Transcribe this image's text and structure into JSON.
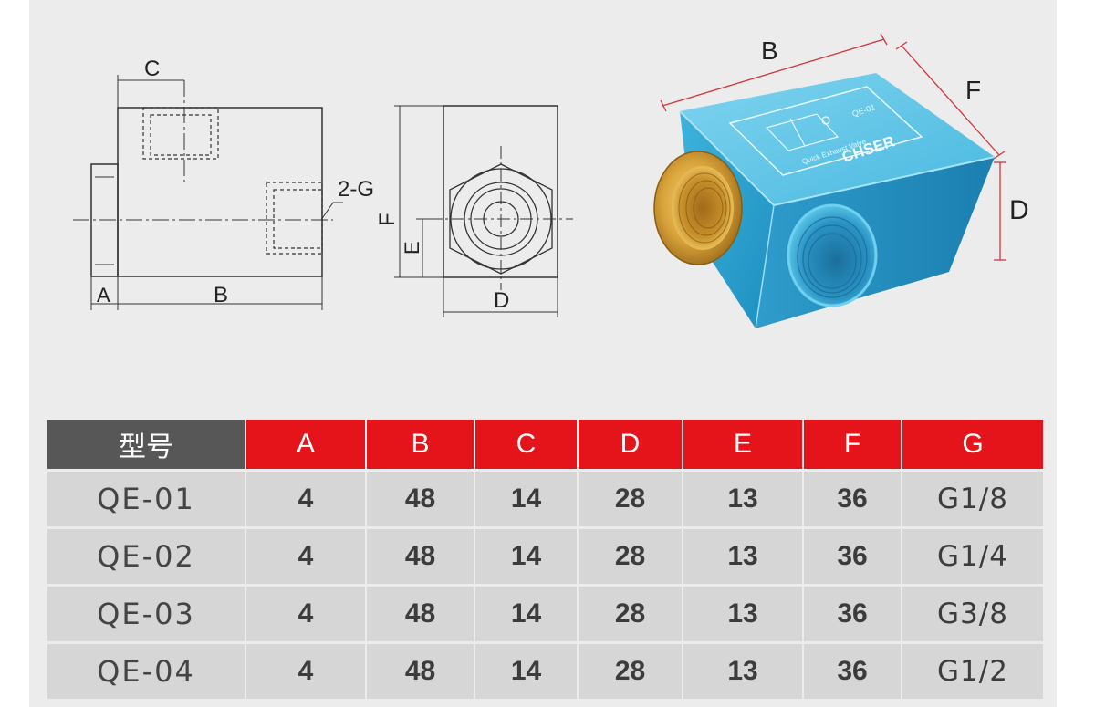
{
  "drawing": {
    "side_view_labels": {
      "a": "A",
      "b": "B",
      "c": "C",
      "g": "2-G"
    },
    "front_view_labels": {
      "d": "D",
      "e": "E",
      "f": "F"
    },
    "photo_labels": {
      "b": "B",
      "f": "F",
      "d": "D"
    },
    "photo_brand": "CHSER",
    "photo_caption": "Quick Exhaust Valve",
    "photo_model": "QE-01",
    "colors": {
      "body": "#3fb6dc",
      "fitting": "#d9a53a",
      "dimension_line": "#d3343d",
      "drawing_line": "#333333"
    }
  },
  "table": {
    "header": {
      "model": "型号",
      "a": "A",
      "b": "B",
      "c": "C",
      "d": "D",
      "e": "E",
      "f": "F",
      "g": "G"
    },
    "rows": [
      {
        "model": "QE-01",
        "a": "4",
        "b": "48",
        "c": "14",
        "d": "28",
        "e": "13",
        "f": "36",
        "g": "G1/8"
      },
      {
        "model": "QE-02",
        "a": "4",
        "b": "48",
        "c": "14",
        "d": "28",
        "e": "13",
        "f": "36",
        "g": "G1/4"
      },
      {
        "model": "QE-03",
        "a": "4",
        "b": "48",
        "c": "14",
        "d": "28",
        "e": "13",
        "f": "36",
        "g": "G3/8"
      },
      {
        "model": "QE-04",
        "a": "4",
        "b": "48",
        "c": "14",
        "d": "28",
        "e": "13",
        "f": "36",
        "g": "G1/2"
      }
    ],
    "colors": {
      "header_model_bg": "#575757",
      "header_dim_bg": "#e4141a",
      "row_bg": "#d6d6d6"
    }
  }
}
